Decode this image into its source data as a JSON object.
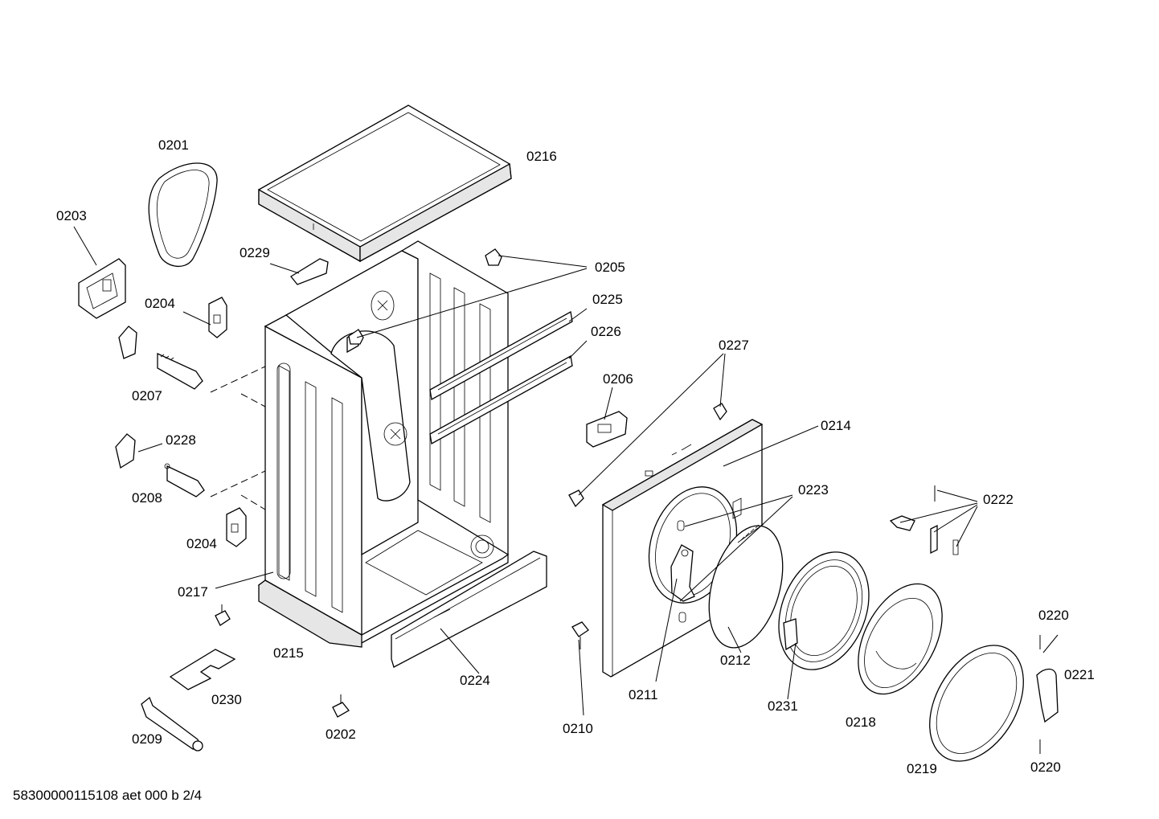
{
  "labels": {
    "p0201": "0201",
    "p0203": "0203",
    "p0216": "0216",
    "p0229": "0229",
    "p0205": "0205",
    "p0204a": "0204",
    "p0225": "0225",
    "p0226": "0226",
    "p0207": "0207",
    "p0228": "0228",
    "p0208": "0208",
    "p0204b": "0204",
    "p0206": "0206",
    "p0227": "0227",
    "p0214": "0214",
    "p0223": "0223",
    "p0222": "0222",
    "p0217": "0217",
    "p0215": "0215",
    "p0224": "0224",
    "p0230": "0230",
    "p0209": "0209",
    "p0202": "0202",
    "p0210": "0210",
    "p0211": "0211",
    "p0212": "0212",
    "p0231": "0231",
    "p0218": "0218",
    "p0219": "0219",
    "p0220a": "0220",
    "p0221": "0221",
    "p0220b": "0220"
  },
  "footer": "58300000115108 aet 000 b 2/4"
}
